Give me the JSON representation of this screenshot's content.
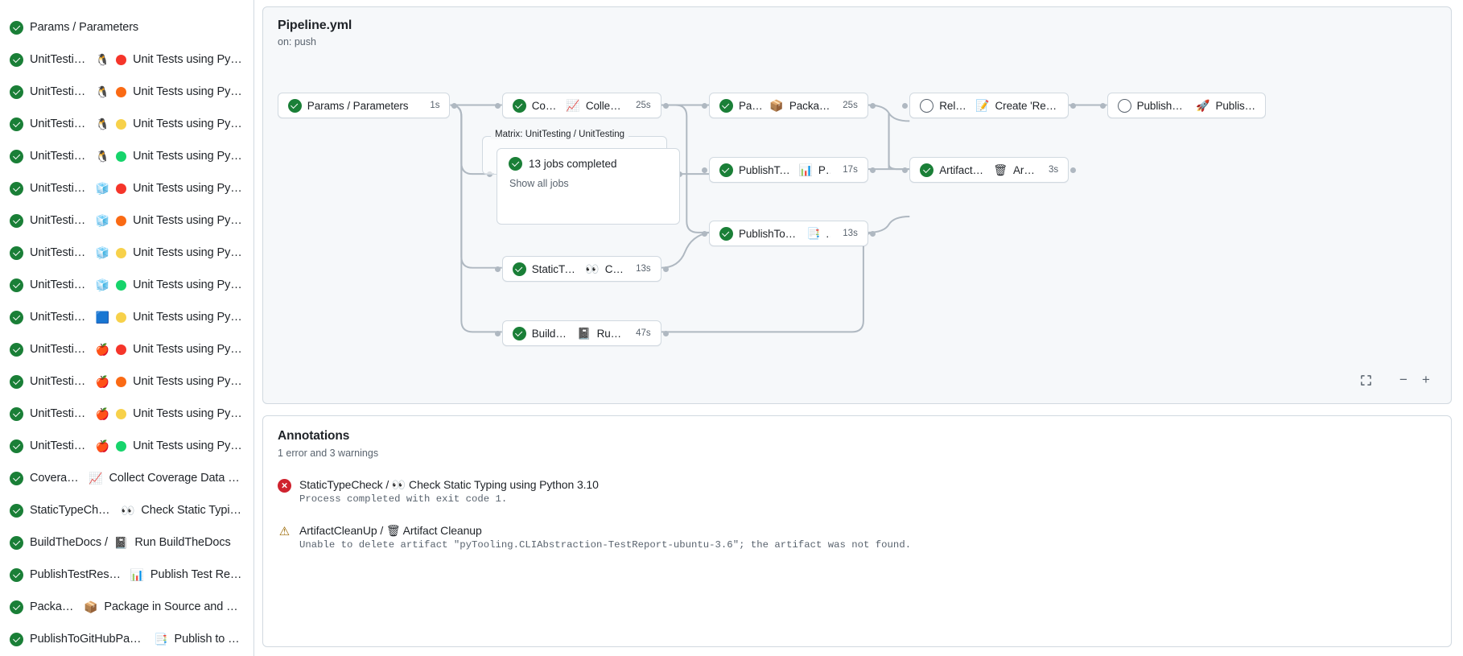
{
  "sidebar": {
    "jobs": [
      {
        "status": "success",
        "name": "Params / Parameters",
        "icons": []
      },
      {
        "status": "success",
        "name": "UnitTesting / ",
        "icons": [
          "🐧"
        ],
        "dot": "#f5352a",
        "suffix": "Unit Tests using Pyth..."
      },
      {
        "status": "success",
        "name": "UnitTesting / ",
        "icons": [
          "🐧"
        ],
        "dot": "#fa6a14",
        "suffix": "Unit Tests using Pyth..."
      },
      {
        "status": "success",
        "name": "UnitTesting / ",
        "icons": [
          "🐧"
        ],
        "dot": "#f7d14a",
        "suffix": "Unit Tests using Pyth..."
      },
      {
        "status": "success",
        "name": "UnitTesting / ",
        "icons": [
          "🐧"
        ],
        "dot": "#16d46b",
        "suffix": "Unit Tests using Pyth..."
      },
      {
        "status": "success",
        "name": "UnitTesting / ",
        "icons": [
          "🧊"
        ],
        "dot": "#f5352a",
        "suffix": "Unit Tests using Pyth..."
      },
      {
        "status": "success",
        "name": "UnitTesting / ",
        "icons": [
          "🧊"
        ],
        "dot": "#fa6a14",
        "suffix": "Unit Tests using Pyth..."
      },
      {
        "status": "success",
        "name": "UnitTesting / ",
        "icons": [
          "🧊"
        ],
        "dot": "#f7d14a",
        "suffix": "Unit Tests using Pyth..."
      },
      {
        "status": "success",
        "name": "UnitTesting / ",
        "icons": [
          "🧊"
        ],
        "dot": "#16d46b",
        "suffix": "Unit Tests using Pyth..."
      },
      {
        "status": "success",
        "name": "UnitTesting / ",
        "icons": [
          "🟦"
        ],
        "dot": "#f7d14a",
        "suffix": "Unit Tests using Pyth..."
      },
      {
        "status": "success",
        "name": "UnitTesting / ",
        "icons": [
          "🍎"
        ],
        "dot": "#f5352a",
        "suffix": "Unit Tests using Pyth..."
      },
      {
        "status": "success",
        "name": "UnitTesting / ",
        "icons": [
          "🍎"
        ],
        "dot": "#fa6a14",
        "suffix": "Unit Tests using Pyth..."
      },
      {
        "status": "success",
        "name": "UnitTesting / ",
        "icons": [
          "🍎"
        ],
        "dot": "#f7d14a",
        "suffix": "Unit Tests using Pyth..."
      },
      {
        "status": "success",
        "name": "UnitTesting / ",
        "icons": [
          "🍎"
        ],
        "dot": "#16d46b",
        "suffix": "Unit Tests using Pyth..."
      },
      {
        "status": "success",
        "name": "Coverage / ",
        "icons": [
          "📈"
        ],
        "suffix": "Collect Coverage Data usi..."
      },
      {
        "status": "success",
        "name": "StaticTypeCheck / ",
        "icons": [
          "👀"
        ],
        "suffix": "Check Static Typing..."
      },
      {
        "status": "success",
        "name": "BuildTheDocs / ",
        "icons": [
          "📓"
        ],
        "suffix": "Run BuildTheDocs"
      },
      {
        "status": "success",
        "name": "PublishTestResults / ",
        "icons": [
          "📊"
        ],
        "suffix": "Publish Test Resu..."
      },
      {
        "status": "success",
        "name": "Package / ",
        "icons": [
          "📦"
        ],
        "suffix": "Package in Source and Wh..."
      },
      {
        "status": "success",
        "name": "PublishToGitHubPages / ",
        "icons": [
          "📑"
        ],
        "suffix": "Publish to G..."
      }
    ]
  },
  "graph": {
    "title": "Pipeline.yml",
    "subtitle": "on: push",
    "nodes": [
      {
        "id": "params",
        "status": "success",
        "label": "Params / Parameters",
        "emoji": "",
        "duration": "1s"
      },
      {
        "id": "coverage",
        "status": "success",
        "label": "Coverage / ",
        "emoji": "📈",
        "label2": "Collect Cove...",
        "duration": "25s"
      },
      {
        "id": "statictype",
        "status": "success",
        "label": "StaticTypeCheck / ",
        "emoji": "👀",
        "label2": "Chec...",
        "duration": "13s"
      },
      {
        "id": "builddocs",
        "status": "success",
        "label": "BuildTheDocs / ",
        "emoji": "📓",
        "label2": "Run Buil...",
        "duration": "47s"
      },
      {
        "id": "package",
        "status": "success",
        "label": "Package / ",
        "emoji": "📦",
        "label2": "Package in So...",
        "duration": "25s"
      },
      {
        "id": "publishtest",
        "status": "success",
        "label": "PublishTestResults / ",
        "emoji": "📊",
        "label2": "Pu...",
        "duration": "17s"
      },
      {
        "id": "publishpages",
        "status": "success",
        "label": "PublishToGitHubPages / ",
        "emoji": "📑",
        "label2": "...",
        "duration": "13s"
      },
      {
        "id": "release",
        "status": "pending",
        "label": "Release / ",
        "emoji": "📝",
        "label2": "Create 'Release P...",
        "duration": ""
      },
      {
        "id": "artifactclean",
        "status": "success",
        "label": "ArtifactCleanUp / ",
        "emoji": "🗑",
        "label2": "Artifac...",
        "duration": "3s"
      },
      {
        "id": "publishpypi",
        "status": "pending",
        "label": "PublishOnPyPI / ",
        "emoji": "🚀",
        "label2": "Publish to ...",
        "duration": ""
      }
    ],
    "matrix": {
      "label": "Matrix: UnitTesting / UnitTesting",
      "status": "success",
      "summary": "13 jobs completed",
      "link": "Show all jobs"
    },
    "controls": {
      "fit_label": "fit-screen-icon",
      "zoom_out_label": "−",
      "zoom_in_label": "+"
    }
  },
  "annotations": {
    "title": "Annotations",
    "subtitle": "1 error and 3 warnings",
    "items": [
      {
        "severity": "error",
        "header": "StaticTypeCheck / ",
        "emoji": "👀",
        "header2": "Check Static Typing using Python 3.10",
        "body": "Process completed with exit code 1."
      },
      {
        "severity": "warning",
        "header": "ArtifactCleanUp / ",
        "emoji": "🗑",
        "header2": "Artifact Cleanup",
        "body": "Unable to delete artifact \"pyTooling.CLIAbstraction-TestReport-ubuntu-3.6\"; the artifact was not found."
      }
    ]
  }
}
